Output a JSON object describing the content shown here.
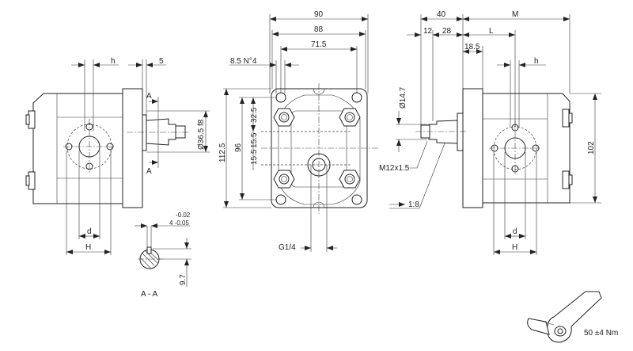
{
  "left_view": {
    "dim_h": "h",
    "dim_5": "5",
    "section_mark_top": "A",
    "section_mark_bottom": "A",
    "shaft_diameter": "Ø36.5 f8",
    "dim_d": "d",
    "dim_H": "H"
  },
  "section": {
    "tol_upper": "-0.02",
    "key_width": "4 -0.05",
    "key_depth": "9.7",
    "title": "A - A"
  },
  "front_view": {
    "width_90": "90",
    "width_88": "88",
    "width_71_5": "71.5",
    "holes": "8.5 N°4",
    "height_112_5": "112.5",
    "height_96": "96",
    "dim_32_5": "32.5",
    "dim_15_5_a": "15.5",
    "dim_15_5_b": "15.5",
    "port": "G1/4"
  },
  "right_view": {
    "dim_40": "40",
    "dim_M": "M",
    "dim_12": "12",
    "dim_28": "28",
    "dim_L": "L",
    "dim_18_5": "18.5",
    "dim_h": "h",
    "thread_dia": "Ø14.7",
    "thread": "M12x1.5",
    "taper": "1:8",
    "height_102": "102",
    "dim_d": "d",
    "dim_H": "H"
  },
  "torque": {
    "value": "50 ±4 Nm",
    "icon": "wrench-icon"
  }
}
